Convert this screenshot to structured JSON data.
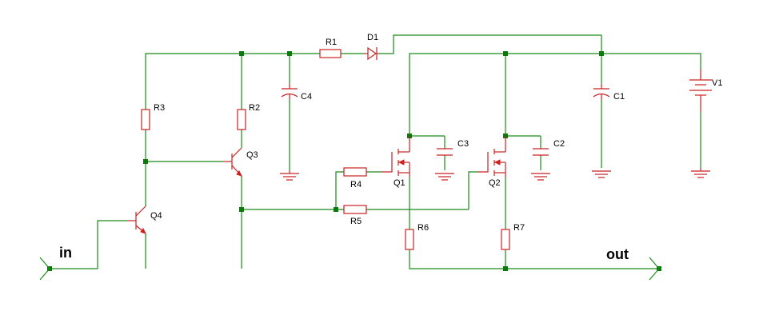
{
  "labels": {
    "R1": "R1",
    "R2": "R2",
    "R3": "R3",
    "R4": "R4",
    "R5": "R5",
    "R6": "R6",
    "R7": "R7",
    "C1": "C1",
    "C2": "C2",
    "C3": "C3",
    "C4": "C4",
    "D1": "D1",
    "V1": "V1",
    "Q1": "Q1",
    "Q2": "Q2",
    "Q3": "Q3",
    "Q4": "Q4"
  },
  "ports": {
    "in": "in",
    "out": "out"
  },
  "colors": {
    "wire": "#1a8a1a",
    "component": "#cc2222",
    "node": "#0a7a0a"
  }
}
